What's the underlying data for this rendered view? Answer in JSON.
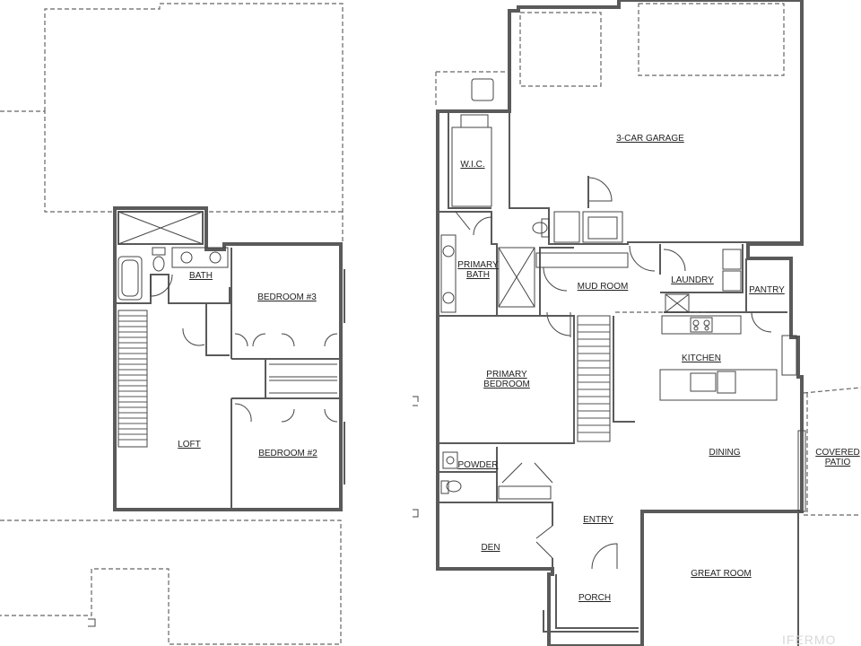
{
  "rooms": {
    "bath": "BATH",
    "bedroom3": "BEDROOM #3",
    "loft": "LOFT",
    "bedroom2": "BEDROOM #2",
    "wic": "W.I.C.",
    "garage": "3-CAR GARAGE",
    "primary_bath_1": "PRIMARY",
    "primary_bath_2": "BATH",
    "mud_room": "MUD ROOM",
    "laundry": "LAUNDRY",
    "pantry": "PANTRY",
    "primary_bedroom_1": "PRIMARY",
    "primary_bedroom_2": "BEDROOM",
    "kitchen": "KITCHEN",
    "dining": "DINING",
    "covered_patio_1": "COVERED",
    "covered_patio_2": "PATIO",
    "powder": "POWDER",
    "entry": "ENTRY",
    "den": "DEN",
    "great_room": "GREAT ROOM",
    "porch": "PORCH"
  },
  "watermark": "IFERMO"
}
